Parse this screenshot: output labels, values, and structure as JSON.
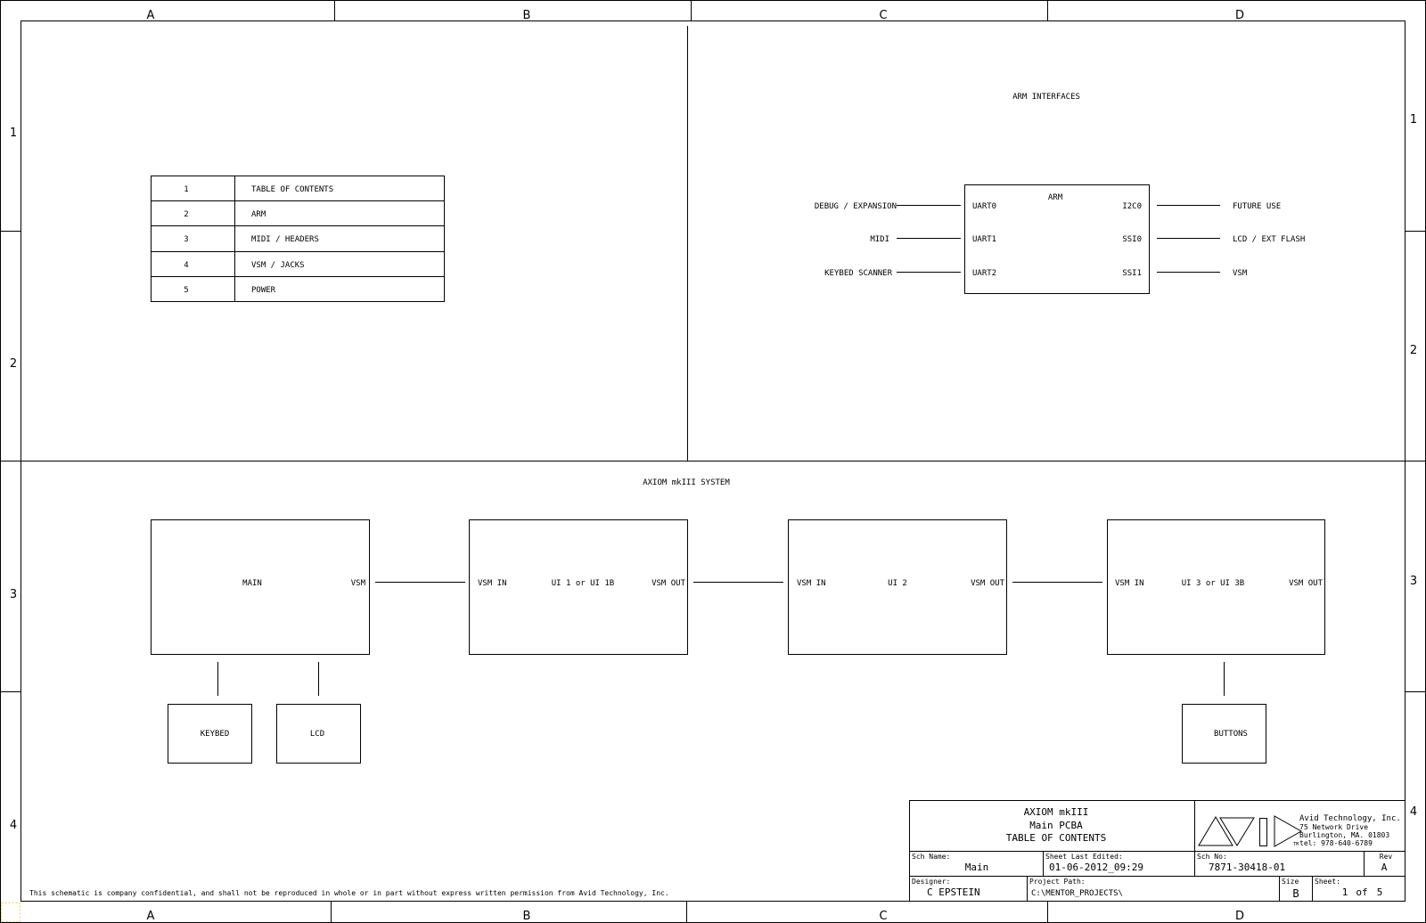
{
  "zones": {
    "columns": [
      "A",
      "B",
      "C",
      "D"
    ],
    "rows": [
      "1",
      "2",
      "3",
      "4"
    ]
  },
  "toc": {
    "rows": [
      {
        "num": "1",
        "title": "TABLE OF CONTENTS"
      },
      {
        "num": "2",
        "title": "ARM"
      },
      {
        "num": "3",
        "title": "MIDI / HEADERS"
      },
      {
        "num": "4",
        "title": "VSM / JACKS"
      },
      {
        "num": "5",
        "title": "POWER"
      }
    ]
  },
  "arm_interfaces": {
    "title": "ARM INTERFACES",
    "block_label": "ARM",
    "left_ports": [
      {
        "port": "UART0",
        "net": "DEBUG / EXPANSION"
      },
      {
        "port": "UART1",
        "net": "MIDI"
      },
      {
        "port": "UART2",
        "net": "KEYBED SCANNER"
      }
    ],
    "right_ports": [
      {
        "port": "I2C0",
        "net": "FUTURE USE"
      },
      {
        "port": "SSI0",
        "net": "LCD / EXT FLASH"
      },
      {
        "port": "SSI1",
        "net": "VSM"
      }
    ]
  },
  "system": {
    "title": "AXIOM mkIII SYSTEM",
    "main": {
      "label": "MAIN",
      "port": "VSM"
    },
    "ui_blocks": [
      {
        "label": "UI 1 or UI 1B",
        "in": "VSM IN",
        "out": "VSM OUT"
      },
      {
        "label": "UI 2",
        "in": "VSM IN",
        "out": "VSM OUT"
      },
      {
        "label": "UI 3 or UI 3B",
        "in": "VSM IN",
        "out": "VSM OUT"
      }
    ],
    "sub_blocks": [
      "KEYBED",
      "LCD",
      "BUTTONS"
    ]
  },
  "title_block": {
    "title_lines": [
      "AXIOM mkIII",
      "Main PCBA",
      "TABLE OF CONTENTS"
    ],
    "company": {
      "name": "Avid Technology, Inc.",
      "address1": "75 Network Drive",
      "address2": "Burlington, MA. 01803",
      "phone": "tel: 978-640-6789",
      "tm": "TM"
    },
    "sch_name_label": "Sch Name:",
    "sch_name": "Main",
    "last_edited_label": "Sheet Last Edited:",
    "last_edited": "01-06-2012_09:29",
    "sch_no_label": "Sch No:",
    "sch_no": "7871-30418-01",
    "rev_label": "Rev",
    "rev": "A",
    "designer_label": "Designer:",
    "designer": "C EPSTEIN",
    "project_path_label": "Project Path:",
    "project_path": "C:\\MENTOR_PROJECTS\\",
    "size_label": "Size",
    "size": "B",
    "sheet_label": "Sheet:",
    "sheet_num": "1",
    "sheet_of": "of",
    "sheet_total": "5"
  },
  "confidential_note": "This schematic is company confidential, and shall not be reproduced in whole or in part without express written permission from Avid Technology, Inc."
}
